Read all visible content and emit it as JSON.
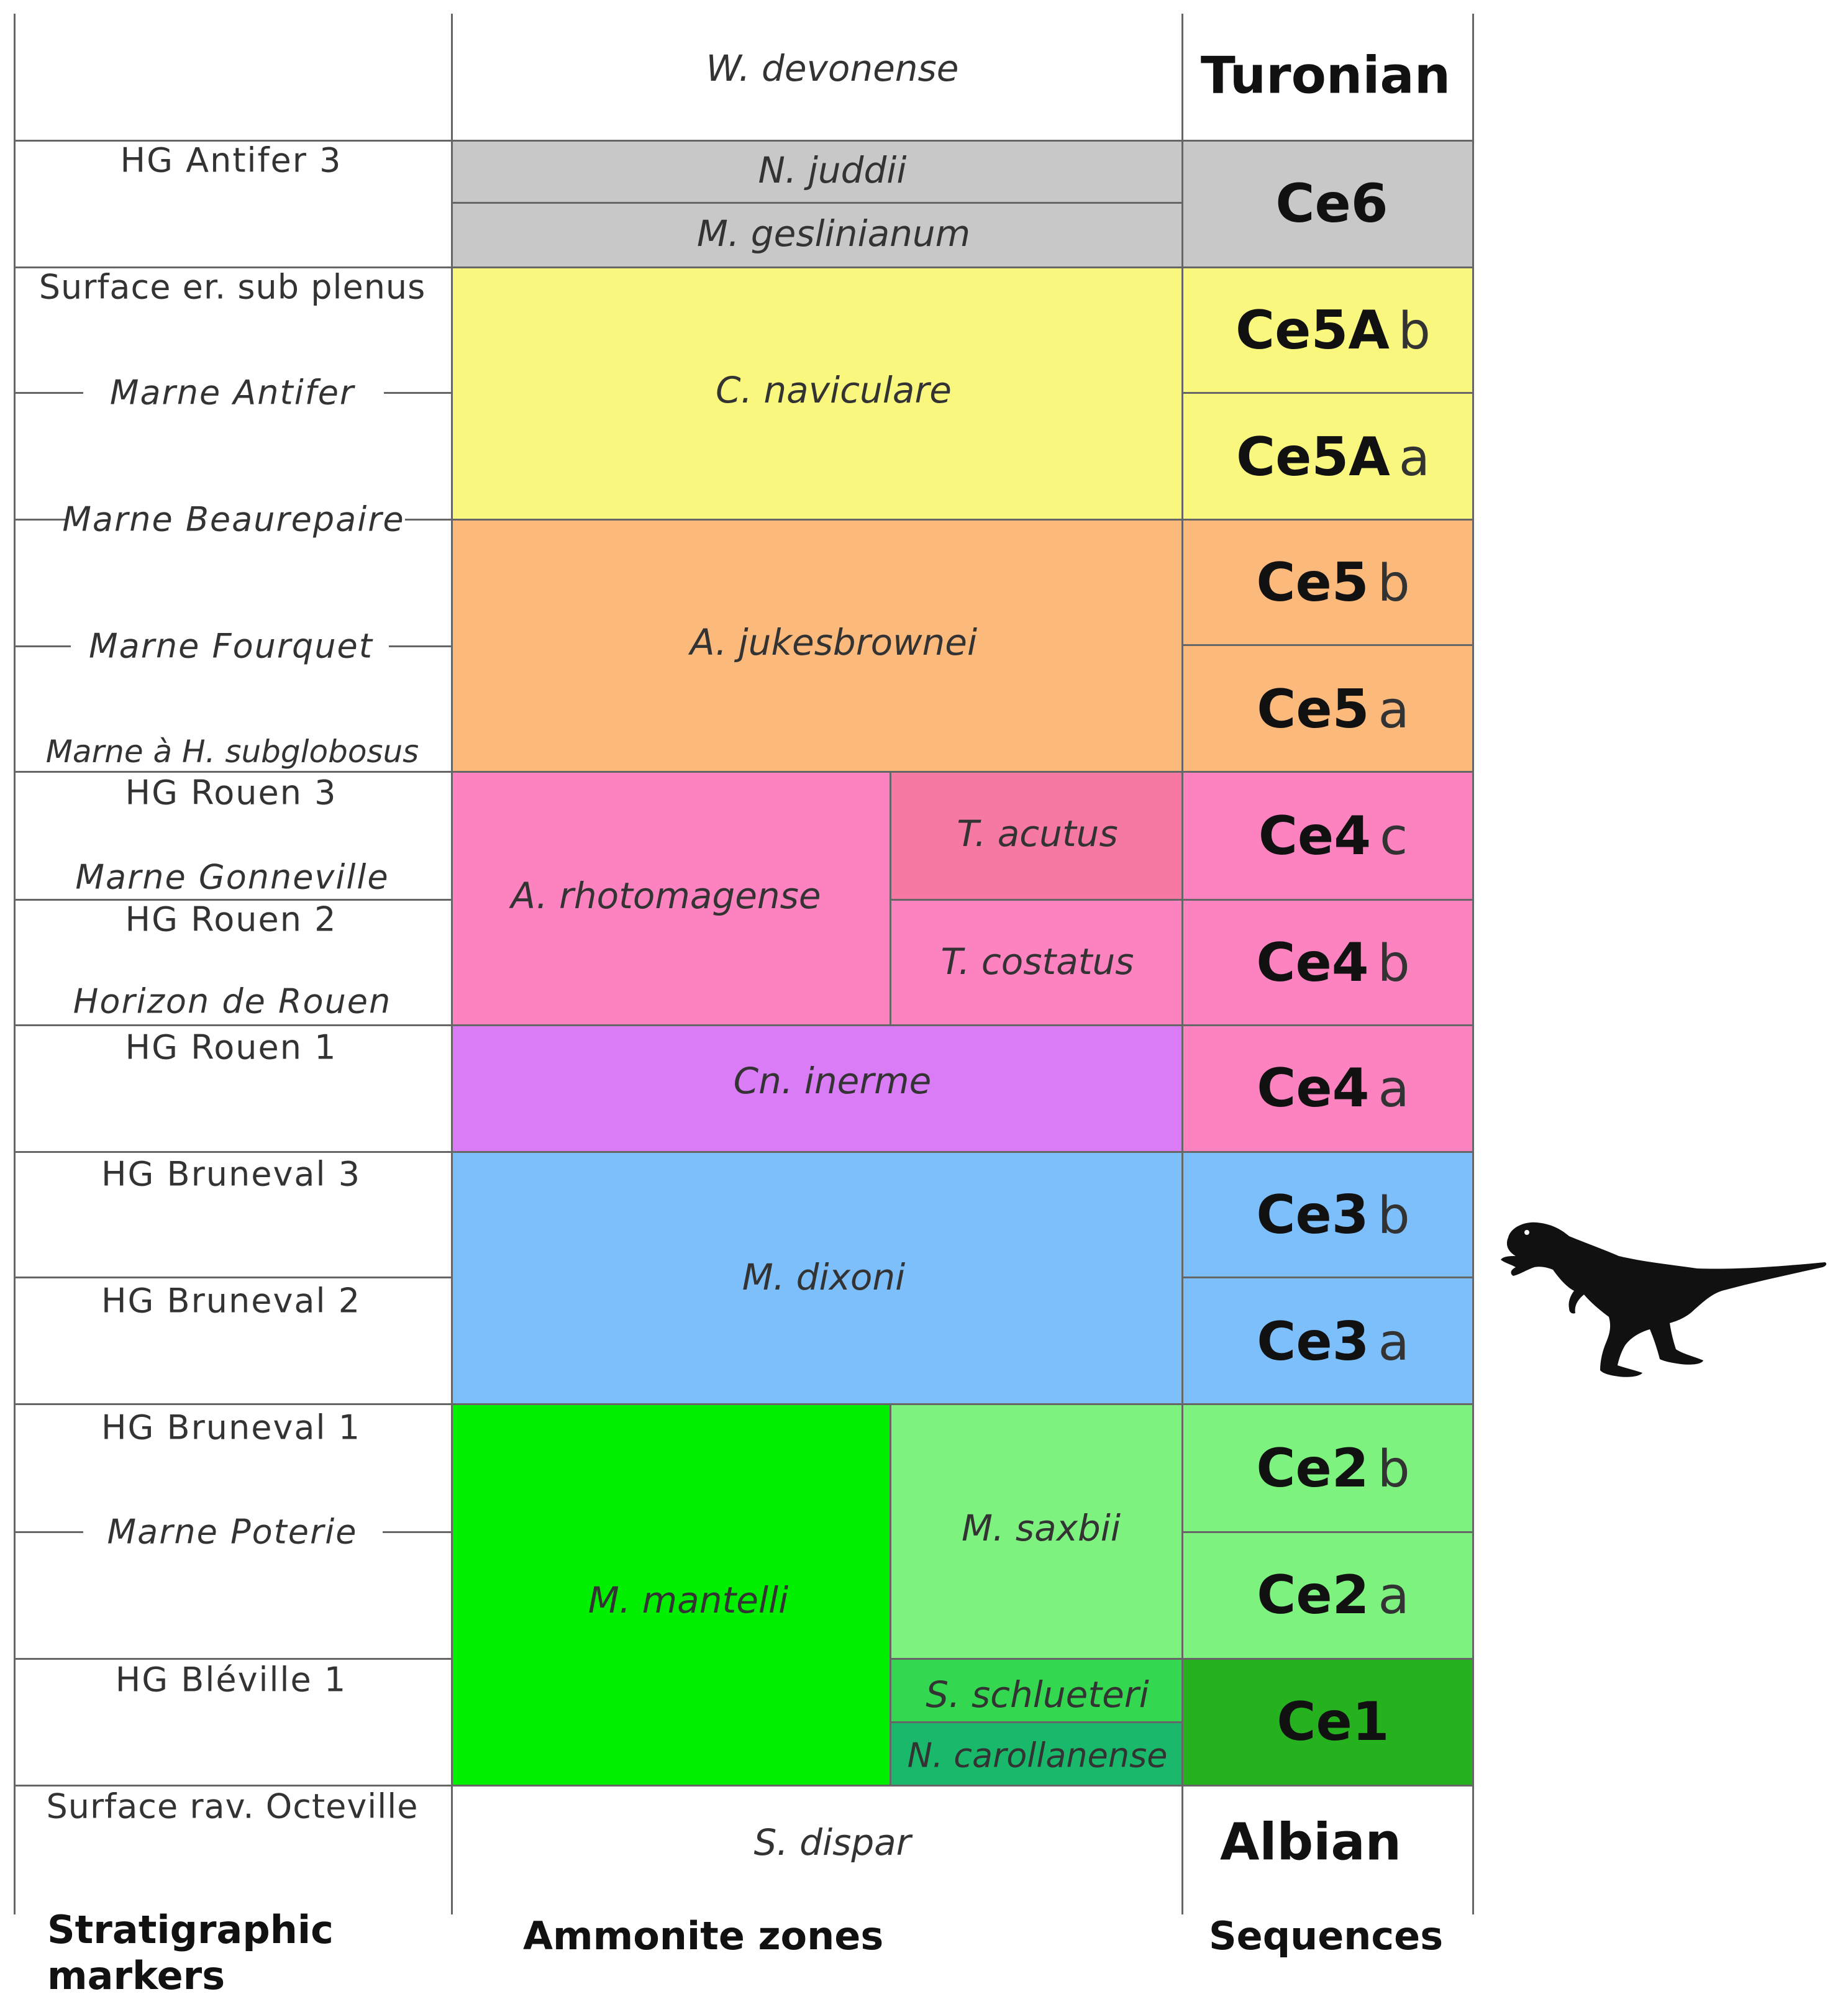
{
  "markers": {
    "antifer3": "HG  Antifer 3",
    "plenus": "Surface er. sub plenus",
    "marne_antifer": "Marne Antifer",
    "marne_beaurepaire": "Marne Beaurepaire",
    "marne_fourquet": "Marne Fourquet",
    "marne_subglobosus": "Marne à H. subglobosus",
    "rouen3": "HG  Rouen 3",
    "marne_gonneville": "Marne Gonneville",
    "rouen2": "HG  Rouen 2",
    "horizon_rouen": "Horizon de Rouen",
    "rouen1": "HG  Rouen 1",
    "bruneval3": "HG  Bruneval 3",
    "bruneval2": "HG  Bruneval 2",
    "bruneval1": "HG  Bruneval 1",
    "marne_poterie": "Marne Poterie",
    "bleville1": "HG  Bléville 1",
    "octeville": "Surface rav. Octeville"
  },
  "zones": {
    "devonense": "W. devonense",
    "juddii": "N. juddii",
    "geslinianum": "M. geslinianum",
    "naviculare": "C. naviculare",
    "jukesbrownei": "A. jukesbrownei",
    "rhotomagense": "A. rhotomagense",
    "acutus": "T. acutus",
    "costatus": "T. costatus",
    "inerme": "Cn. inerme",
    "dixoni": "M. dixoni",
    "mantelli": "M. mantelli",
    "saxbii": "M. saxbii",
    "schlueteri": "S. schlueteri",
    "carolinense": "N. carollanense",
    "dispar": "S. dispar"
  },
  "sequences": {
    "turonian": "Turonian",
    "ce6": "Ce6",
    "ce5a_b": {
      "main": "Ce5A",
      "sub": "b"
    },
    "ce5a_a": {
      "main": "Ce5A",
      "sub": "a"
    },
    "ce5_b": {
      "main": "Ce5",
      "sub": "b"
    },
    "ce5_a": {
      "main": "Ce5",
      "sub": "a"
    },
    "ce4_c": {
      "main": "Ce4",
      "sub": "c"
    },
    "ce4_b": {
      "main": "Ce4",
      "sub": "b"
    },
    "ce4_a": {
      "main": "Ce4",
      "sub": "a"
    },
    "ce3_b": {
      "main": "Ce3",
      "sub": "b"
    },
    "ce3_a": {
      "main": "Ce3",
      "sub": "a"
    },
    "ce2_b": {
      "main": "Ce2",
      "sub": "b"
    },
    "ce2_a": {
      "main": "Ce2",
      "sub": "a"
    },
    "ce1": "Ce1",
    "albian": "Albian"
  },
  "headers": {
    "markers_line1": "Stratigraphic",
    "markers_line2": "markers",
    "ammonite": "Ammonite zones",
    "sequences": "Sequences"
  },
  "colors": {
    "grey": "#c8c8c8",
    "yellow": "#f9f77e",
    "orange": "#fbb97c",
    "pink": "#fc83c0",
    "pink_dark": "#f679a4",
    "purple": "#db7cf7",
    "blue": "#7cbffb",
    "green_bright": "#00f000",
    "green_light": "#7df27e",
    "green_mid": "#33d850",
    "green_teal": "#1ab86a",
    "green_dark": "#26b11f"
  },
  "icons": {
    "dinosaur": "theropod-dinosaur-silhouette-icon"
  }
}
